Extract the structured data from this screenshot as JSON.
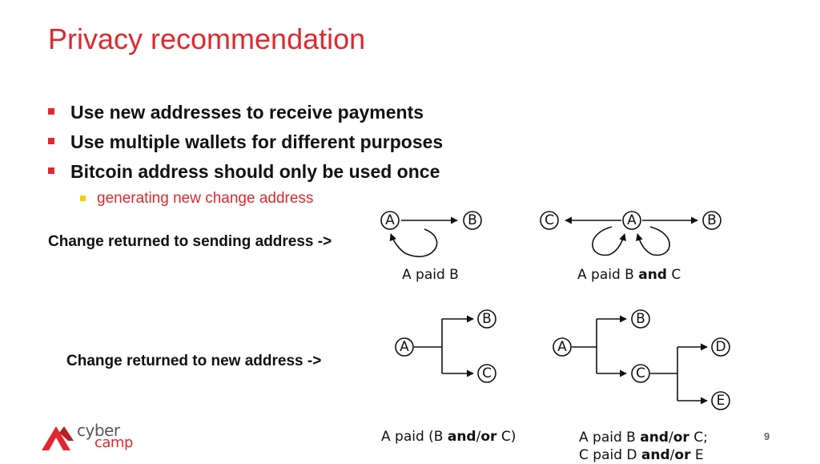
{
  "slide": {
    "title": "Privacy recommendation",
    "page_number": "9"
  },
  "bullets": [
    {
      "text": "Use new addresses to receive payments"
    },
    {
      "text": "Use multiple wallets for different purposes"
    },
    {
      "text": "Bitcoin address should only be used once"
    }
  ],
  "sub_bullets": [
    {
      "text": "generating new change address"
    }
  ],
  "side_labels": {
    "sending": "Change returned to sending address ->",
    "new": "Change returned to new address ->"
  },
  "nodes": {
    "a": "A",
    "b": "B",
    "c": "C",
    "d": "D",
    "e": "E"
  },
  "captions": {
    "d1": {
      "pre": "A paid B"
    },
    "d2": {
      "pre": "A paid B ",
      "bold": "and",
      "post": " C"
    },
    "d3": {
      "pre": "A paid (B ",
      "bold": "and",
      "mid": "/",
      "bold2": "or",
      "post": " C)"
    },
    "d4": {
      "line1_pre": "A paid B ",
      "line1_bold": "and",
      "line1_mid": "/",
      "line1_bold2": "or",
      "line1_post": " C;",
      "line2_pre": "C paid D ",
      "line2_bold": "and",
      "line2_mid": "/",
      "line2_bold2": "or",
      "line2_post": " E"
    }
  },
  "logo": {
    "word1": "cyber",
    "word2": "camp"
  },
  "colors": {
    "accent": "#e0282e",
    "sub_bullet_marker": "#f2d000",
    "text": "#111111",
    "logo_gray": "#555a60"
  }
}
